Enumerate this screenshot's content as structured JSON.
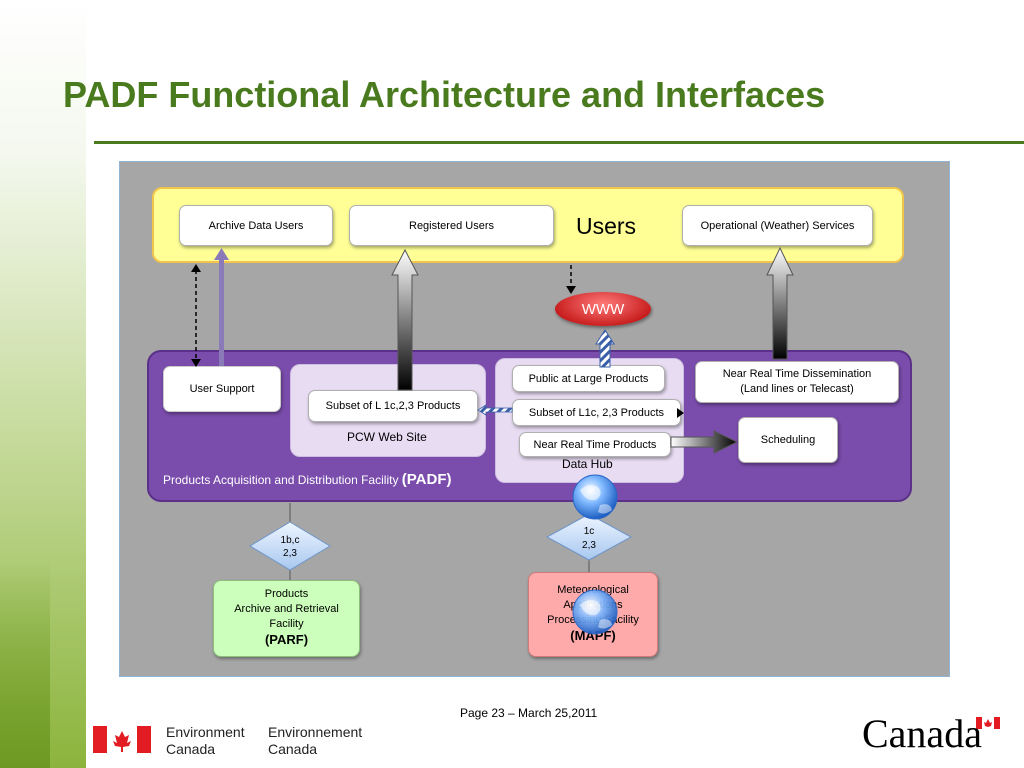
{
  "title": "PADF Functional Architecture and Interfaces",
  "users": {
    "label": "Users",
    "archive_data_users": "Archive Data Users",
    "registered_users": "Registered Users",
    "operational_services": "Operational (Weather) Services"
  },
  "www": "WWW",
  "padf": {
    "label_text": "Products Acquisition and Distribution Facility",
    "label_abbr": "(PADF)",
    "user_support": "User Support",
    "pcw_subset": "Subset of L 1c,2,3 Products",
    "pcw_web_site": "PCW Web Site",
    "public_at_large": "Public at Large Products",
    "hub_subset": "Subset of L1c, 2,3 Products",
    "near_real_time_products": "Near Real Time Products",
    "data_hub": "Data Hub",
    "nrt_dissemination_line1": "Near Real Time Dissemination",
    "nrt_dissemination_line2": "(Land lines or Telecast)",
    "scheduling": "Scheduling"
  },
  "interfaces": {
    "parf_levels_line1": "1b,c",
    "parf_levels_line2": "2,3",
    "mapf_levels_line1": "1c",
    "mapf_levels_line2": "2,3"
  },
  "parf": {
    "line1": "Products",
    "line2": "Archive and Retrieval",
    "line3": "Facility",
    "abbr": "(PARF)"
  },
  "mapf": {
    "line1": "Meteorological",
    "line2": "Applications",
    "line3": "Processing Facility",
    "abbr": "(MAPF)"
  },
  "footer": {
    "page": "Page 23 – March 25,2011"
  },
  "branding": {
    "env_en_line1": "Environment",
    "env_en_line2": "Canada",
    "env_fr_line1": "Environnement",
    "env_fr_line2": "Canada",
    "wordmark": "Canada",
    "flag_red": "#e31b23",
    "title_green": "#4a7a1e"
  }
}
